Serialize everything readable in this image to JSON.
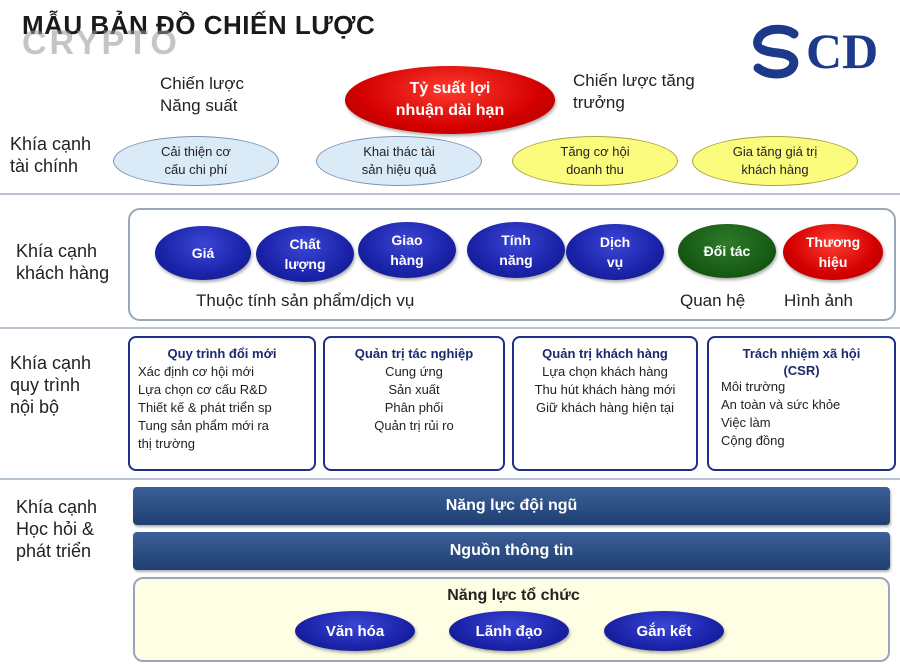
{
  "title": "MẪU BẢN ĐỒ CHIẾN LƯỢC",
  "watermark": "CRYPTO",
  "logo": {
    "text": "CD",
    "icon": "swirl-s-logo-icon"
  },
  "colors": {
    "dark_blue": "#1a23a8",
    "red": "#d40000",
    "green": "#165a14",
    "light_blue": "#dbeaf7",
    "yellow": "#fbfb7d",
    "bar_blue": "#2b4f87"
  },
  "financial": {
    "label": [
      "Khía cạnh",
      "tài chính"
    ],
    "strategy_left": [
      "Chiến lược",
      "Năng suất"
    ],
    "top_goal": [
      "Tỷ suất lợi",
      "nhuận dài hạn"
    ],
    "strategy_right": [
      "Chiến lược tăng",
      "trưởng"
    ],
    "ovals": [
      [
        "Cải thiện cơ",
        "cấu chi phí"
      ],
      [
        "Khai thác tài",
        "sản hiệu quả"
      ],
      [
        "Tăng cơ hội",
        "doanh thu"
      ],
      [
        "Gia tăng giá trị",
        "khách hàng"
      ]
    ]
  },
  "customer": {
    "label": [
      "Khía cạnh",
      "khách hàng"
    ],
    "ovals": [
      [
        "Giá"
      ],
      [
        "Chất",
        "lượng"
      ],
      [
        "Giao",
        "hàng"
      ],
      [
        "Tính",
        "năng"
      ],
      [
        "Dịch",
        "vụ"
      ],
      [
        "Đối tác"
      ],
      [
        "Thương",
        "hiệu"
      ]
    ],
    "caption_attributes": "Thuộc tính sản phẩm/dịch vụ",
    "caption_relation": "Quan hệ",
    "caption_image": "Hình ảnh"
  },
  "process": {
    "label": [
      "Khía cạnh",
      "quy trình",
      "nội bộ"
    ],
    "boxes": [
      {
        "title": "Quy trình đổi mới",
        "items": [
          "Xác định cơ hội mới",
          "Lựa chọn cơ cấu R&D",
          "Thiết kế & phát triển sp",
          "Tung sản phẩm mới ra",
          "thị trường"
        ]
      },
      {
        "title": "Quản trị tác nghiệp",
        "items": [
          "Cung ứng",
          "Sản xuất",
          "Phân phối",
          "Quản trị rủi ro"
        ]
      },
      {
        "title": "Quản trị khách hàng",
        "items": [
          "Lựa chọn khách hàng",
          "Thu hút khách hàng mới",
          "Giữ khách hàng hiện tại"
        ]
      },
      {
        "title": "Trách nhiệm xã hội",
        "title2": "(CSR)",
        "items": [
          "Môi trường",
          "An toàn và sức khỏe",
          "Việc làm",
          "Cộng đồng"
        ]
      }
    ]
  },
  "learning": {
    "label": [
      "Khía cạnh",
      "Học hỏi &",
      "phát triển"
    ],
    "bar1": "Năng lực đội ngũ",
    "bar2": "Nguồn thông tin",
    "org_title": "Năng lực tổ chức",
    "org_ovals": [
      "Văn hóa",
      "Lãnh đạo",
      "Gắn kết"
    ]
  }
}
